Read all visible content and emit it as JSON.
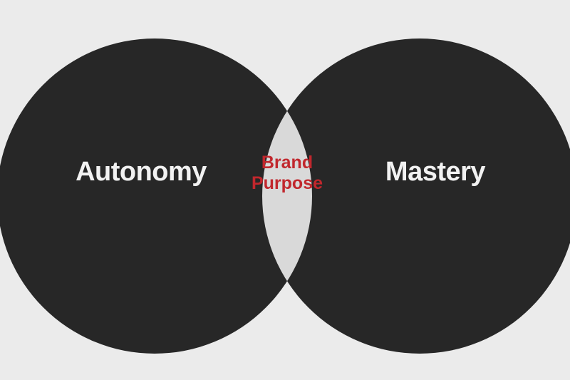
{
  "diagram": {
    "type": "venn",
    "circles": [
      {
        "id": "left",
        "label": "Autonomy"
      },
      {
        "id": "right",
        "label": "Mastery"
      }
    ],
    "intersection": {
      "label_line1": "Brand",
      "label_line2": "Purpose"
    },
    "colors": {
      "background": "#ebebeb",
      "circle_fill": "#272727",
      "intersection_fill": "#d9d9d9",
      "circle_text": "#f2f2f2",
      "intersection_text": "#c1272d"
    }
  }
}
